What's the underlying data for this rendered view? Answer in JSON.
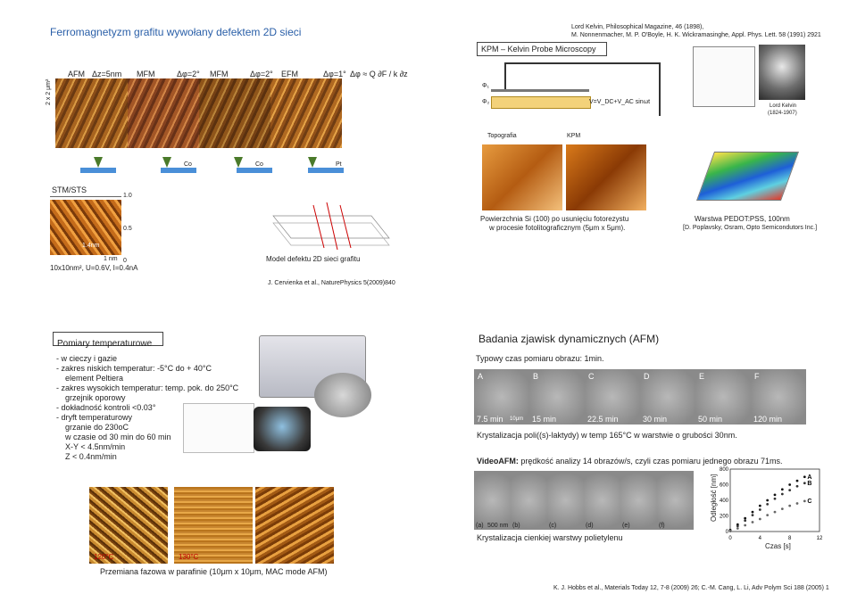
{
  "slide1": {
    "title": "Ferromagnetyzm grafitu wywołany defektem 2D sieci",
    "refs_line1": "Lord Kelvin, Philosophical Magazine, 46 (1898),",
    "refs_line2": "M. Nonnenmacher, M. P. O'Boyle, H. K. Wickramasinghe, Appl. Phys. Lett. 58 (1991) 2921",
    "kpm_title": "KPM – Kelvin Probe Microscopy",
    "scan_labels": [
      "AFM",
      "Δz=5nm",
      "MFM",
      "Δφ=2°",
      "MFM",
      "Δφ=2°",
      "EFM",
      "Δφ=1°"
    ],
    "formula": "Δφ ≈ Q ∂F / k ∂z",
    "side_label": "2 x 2 μm²",
    "phi1": "Φ₁",
    "phi2": "Φ₂",
    "voltage": "V=V_DC+V_AC sinωt",
    "kelvin_caption1": "Lord Kelvin",
    "kelvin_caption2": "(1824-1907)",
    "topografia": "Topografia",
    "kpm": "KPM",
    "tip_labels": [
      "Co",
      "Co",
      "Pt"
    ],
    "stm_label": "STM/STS",
    "scale_10": "1.0",
    "scale_05": "0.5",
    "scale_0": "0",
    "height_label": "1.4nm",
    "scan_1nm": "1 nm",
    "stm_params": "10x10nm², U=0.6V, I=0.4nA",
    "model_caption": "Model defektu 2D sieci grafitu",
    "cite": "J. Cervienka et al., NaturePhysics 5(2009)840",
    "si_caption1": "Powierzchnia Si (100) po usunięciu fotorezystu",
    "si_caption2": "w procesie fotolitograficznym (5μm x 5μm).",
    "pedot_caption1": "Warstwa PEDOT:PSS, 100nm",
    "pedot_caption2": "[D. Poplavsky, Osram, Opto Semicondutors Inc.]"
  },
  "slide2": {
    "header": "Pomiary temperaturowe",
    "lines": [
      "- w cieczy i gazie",
      "- zakres niskich temperatur: -5°C do + 40°C",
      "   element Peltiera",
      "- zakres wysokich temperatur:  temp. pok. do 250°C",
      "   grzejnik oporowy",
      "- dokładność kontroli <0.03°",
      "- dryft temperaturowy",
      "   grzanie do 230oC",
      "   w czasie od 30 min do 60 min",
      "   X-Y < 4.5nm/min",
      "   Z < 0.4nm/min"
    ],
    "phase_caption": "Przemiana fazowa w parafinie (10μm x 10μm, MAC mode AFM)",
    "temp_labels": [
      "120°C",
      "130°C"
    ]
  },
  "slide3": {
    "title": "Badania zjawisk dynamicznych (AFM)",
    "scan_time": "Typowy czas pomiaru obrazu: 1min.",
    "frame_letters": [
      "A",
      "B",
      "C",
      "D",
      "E",
      "F"
    ],
    "frame_times": [
      "7.5 min",
      "15 min",
      "22.5 min",
      "30 min",
      "50 min",
      "120 min"
    ],
    "scale_10um": "10μm",
    "cryst_caption": "Krystalizacja poli((s)-laktydy) w temp 165°C w warstwie o grubości 30nm.",
    "videoafm_bold": "VideoAFM:",
    "videoafm_rest": " prędkość analizy 14 obrazów/s, czyli czas pomiaru jednego obrazu 71ms.",
    "small_labels": [
      "(a)",
      "(b)",
      "(c)",
      "(d)",
      "(e)",
      "(f)"
    ],
    "scale_500": "500 nm",
    "thin_caption": "Krystalizacja cienkiej warstwy polietylenu",
    "ref": "K. J. Hobbs et al., Materials Today 12, 7-8 (2009) 26; C.-M. Cang, L. Li, Adv Polym Sci 188 (2005) 1"
  },
  "chart_data": {
    "type": "scatter",
    "xlabel": "Czas [s]",
    "ylabel": "Odległość [nm]",
    "xlim": [
      0,
      12
    ],
    "ylim": [
      0,
      800
    ],
    "xticks": [
      0,
      4,
      8,
      12
    ],
    "yticks": [
      0,
      200,
      400,
      600,
      800
    ],
    "series": [
      {
        "name": "A",
        "x": [
          0,
          1,
          2,
          3,
          4,
          5,
          6,
          7,
          8,
          9,
          10
        ],
        "y": [
          20,
          90,
          170,
          250,
          330,
          400,
          470,
          540,
          600,
          650,
          700
        ]
      },
      {
        "name": "B",
        "x": [
          0,
          1,
          2,
          3,
          4,
          5,
          6,
          7,
          8,
          9,
          10
        ],
        "y": [
          10,
          70,
          140,
          210,
          280,
          350,
          420,
          480,
          530,
          580,
          620
        ]
      },
      {
        "name": "C",
        "x": [
          0,
          1,
          2,
          3,
          4,
          5,
          6,
          7,
          8,
          9,
          10
        ],
        "y": [
          5,
          40,
          80,
          120,
          160,
          210,
          250,
          290,
          330,
          360,
          390
        ]
      }
    ]
  }
}
